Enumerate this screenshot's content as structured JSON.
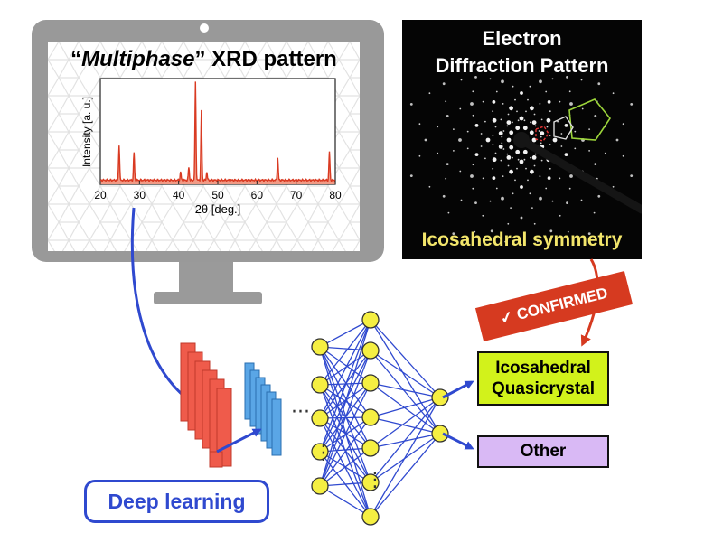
{
  "monitor": {
    "title_quote_open": "“",
    "title_italic": "Multiphase",
    "title_rest": "” XRD pattern",
    "ylabel": "Intensity [a. u.]",
    "xlabel": "2θ [deg.]",
    "xticks": [
      "20",
      "30",
      "40",
      "50",
      "60",
      "70",
      "80"
    ]
  },
  "electron": {
    "title_line1": "Electron",
    "title_line2": "Diffraction Pattern",
    "symmetry": "Icosahedral symmetry"
  },
  "confirmed": {
    "label": "✓ CONFIRMED"
  },
  "outputs": {
    "icosahedral_line1": "Icosahedral",
    "icosahedral_line2": "Quasicrystal",
    "other": "Other"
  },
  "deep_learning": {
    "label": "Deep learning"
  },
  "ellipsis": {
    "h": "···",
    "v": "⋮"
  },
  "colors": {
    "blue": "#2f49cf",
    "red": "#d63a20",
    "cnn_red": "#ef5b4b",
    "cnn_blue": "#5aa6e6",
    "node_yellow": "#f5ef42",
    "green_box": "#d2f21b",
    "purple_box": "#d9b9f5",
    "monitor_gray": "#999999"
  },
  "xrd_peaks": [
    {
      "two_theta": 24.8,
      "rel": 0.35
    },
    {
      "two_theta": 28.6,
      "rel": 0.27
    },
    {
      "two_theta": 40.5,
      "rel": 0.08
    },
    {
      "two_theta": 42.6,
      "rel": 0.13
    },
    {
      "two_theta": 44.3,
      "rel": 0.96
    },
    {
      "two_theta": 45.8,
      "rel": 0.68
    },
    {
      "two_theta": 47.2,
      "rel": 0.08
    },
    {
      "two_theta": 65.3,
      "rel": 0.22
    },
    {
      "two_theta": 78.5,
      "rel": 0.28
    }
  ]
}
